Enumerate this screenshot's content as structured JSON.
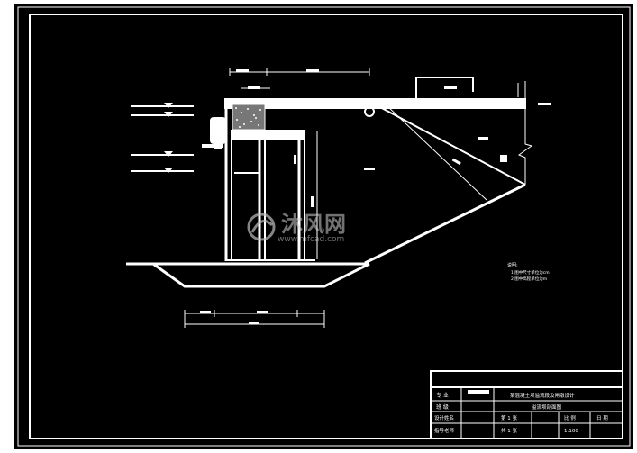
{
  "drawing": {
    "background": "#000000",
    "line_color": "#ffffff"
  },
  "notes": {
    "title": "说明:",
    "lines": [
      "1.图中尺寸单位为cm",
      "2.图中高程单位为m"
    ]
  },
  "title_block": {
    "row1_label": "专 业",
    "row2_label": "班 级",
    "row3_label": "设计姓名",
    "row4_label": "指导老师",
    "project_title": "某混凝土坝溢流段及闸墩设计",
    "drawing_title": "溢流坝剖面图",
    "sheet_label": "第 1 张",
    "total_label": "共 1 张",
    "scale_label": "比 例",
    "scale_value": "1:100",
    "date_label": "日 期"
  },
  "watermark": {
    "brand": "沐风网",
    "url": "www.mfcad.com"
  }
}
